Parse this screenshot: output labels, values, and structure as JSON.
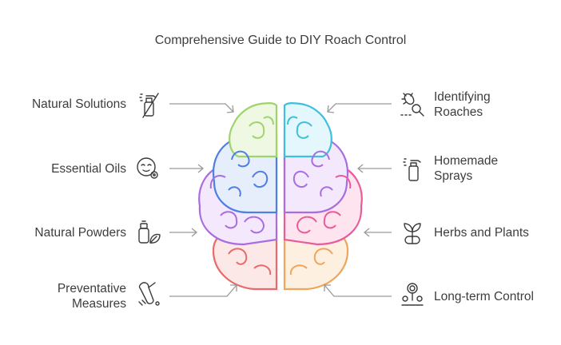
{
  "title": "Comprehensive Guide to DIY Roach Control",
  "left_items": [
    {
      "lines": [
        "Natural Solutions"
      ],
      "icon": "spray-bottle-crossed-icon"
    },
    {
      "lines": [
        "Essential Oils"
      ],
      "icon": "essential-oil-face-icon"
    },
    {
      "lines": [
        "Natural Powders"
      ],
      "icon": "powder-leaf-icon"
    },
    {
      "lines": [
        "Preventative",
        "Measures"
      ],
      "icon": "broom-icon"
    }
  ],
  "right_items": [
    {
      "lines": [
        "Identifying",
        "Roaches"
      ],
      "icon": "roach-magnifier-icon"
    },
    {
      "lines": [
        "Homemade",
        "Sprays"
      ],
      "icon": "spray-bottle-icon"
    },
    {
      "lines": [
        "Herbs and Plants"
      ],
      "icon": "herb-sprout-icon"
    },
    {
      "lines": [
        "Long-term Control"
      ],
      "icon": "flower-group-icon"
    }
  ],
  "colors": {
    "green": "#9ed46a",
    "green_fill": "#eef8e2",
    "blue": "#4f7fe0",
    "blue_fill": "#e6eefc",
    "purple": "#a96de0",
    "purple_fill": "#f4e9fc",
    "red": "#e86a6a",
    "red_fill": "#fde8e8",
    "cyan": "#3cc0dc",
    "cyan_fill": "#e3f7fc",
    "pink": "#e85c9c",
    "pink_fill": "#fde4ee",
    "orange": "#f0a55a",
    "orange_fill": "#fdf0e0",
    "arrow": "#9a9a9a"
  }
}
